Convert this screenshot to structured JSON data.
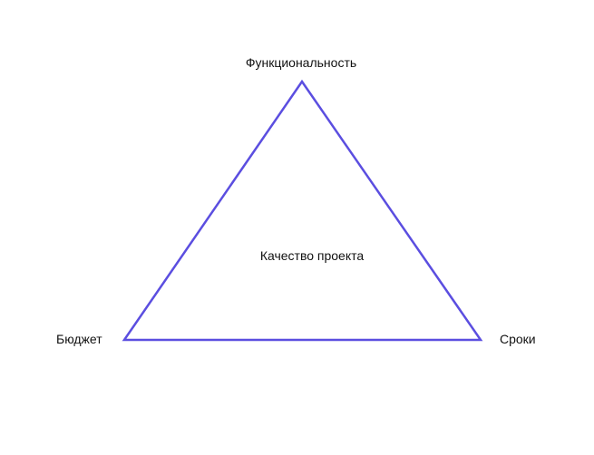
{
  "diagram": {
    "type": "project-triangle",
    "stroke_color": "#5b4ee0",
    "text_color": "#111111",
    "background_color": "#ffffff",
    "vertices": {
      "top": "Функциональность",
      "bottom_left": "Бюджет",
      "bottom_right": "Сроки"
    },
    "center": "Качество проекта"
  }
}
